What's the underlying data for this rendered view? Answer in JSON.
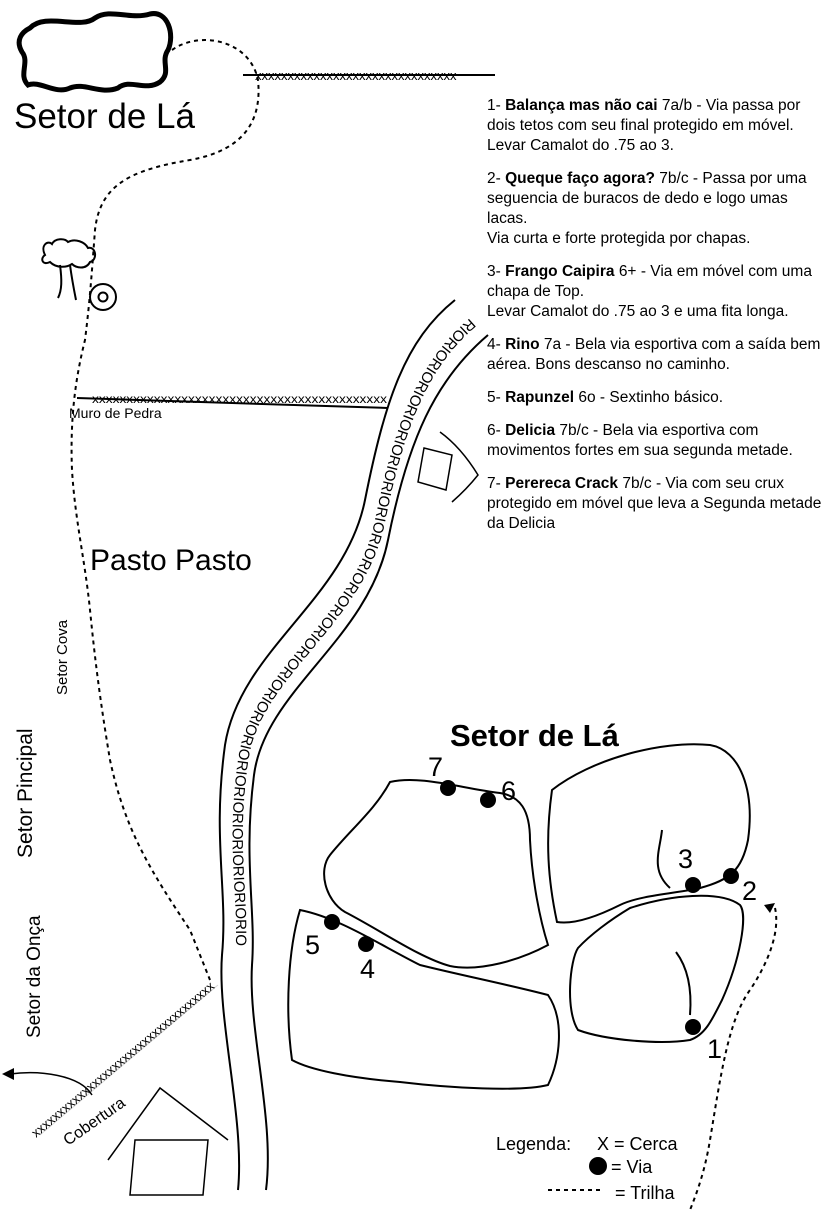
{
  "map": {
    "top_sector_title": "Setor de Lá",
    "wall_label": "Muro de Pedra",
    "pasture_label": "Pasto Pasto",
    "river_text": "RIORIORIORIORIORIORIORIORIORIORIORIORIORIORIORIORIORIORIORIORIORIORIORIORIORIO",
    "sector_cova": "Setor Cova",
    "sector_principal": "Setor Pincipal",
    "sector_onca": "Setor da Onça",
    "cobertura_label": "Cobertura",
    "fence_top": "xxxxxxxxxxxxxxxxxxxxxxxxxxxxxxx",
    "fence_wall": "xxxxxxxxxxxxxxxxxxxxxxxxxxxxxxxxxxxxxxxxxxx",
    "fence_bottom": "xxxxxxxxxxxxxxxxxxxxxxxxxxxxxxxxxxxx"
  },
  "detail": {
    "title": "Setor de Lá",
    "route_numbers": [
      "1",
      "2",
      "3",
      "4",
      "5",
      "6",
      "7"
    ]
  },
  "routes": [
    {
      "num": "1-",
      "name": "Balança mas não cai",
      "grade": "7a/b",
      "desc": "- Via passa por dois tetos com seu final protegido em móvel.",
      "extra": "Levar Camalot do .75 ao 3."
    },
    {
      "num": "2-",
      "name": "Queque faço agora?",
      "grade": "7b/c",
      "desc": "- Passa por uma seguencia de buracos de dedo e logo umas lacas.",
      "extra": "Via curta e forte protegida por chapas."
    },
    {
      "num": "3-",
      "name": "Frango Caipira",
      "grade": "6+",
      "desc": "- Via em móvel com uma chapa de Top.",
      "extra": "Levar Camalot do .75 ao 3 e uma fita longa."
    },
    {
      "num": "4-",
      "name": "Rino",
      "grade": "7a",
      "desc": "- Bela via esportiva com a saída bem aérea. Bons descanso no caminho.",
      "extra": ""
    },
    {
      "num": "5-",
      "name": "Rapunzel",
      "grade": "6o",
      "desc": "- Sextinho básico.",
      "extra": ""
    },
    {
      "num": "6-",
      "name": "Delicia",
      "grade": "7b/c",
      "desc": "- Bela via esportiva com movimentos fortes em sua segunda metade.",
      "extra": ""
    },
    {
      "num": "7-",
      "name": "Perereca Crack",
      "grade": "7b/c",
      "desc": "- Via com seu crux protegido em móvel que leva a Segunda metade da Delicia",
      "extra": ""
    }
  ],
  "legend": {
    "title": "Legenda:",
    "fence": "X = Cerca",
    "route": "= Via",
    "trail": "= Trilha"
  }
}
